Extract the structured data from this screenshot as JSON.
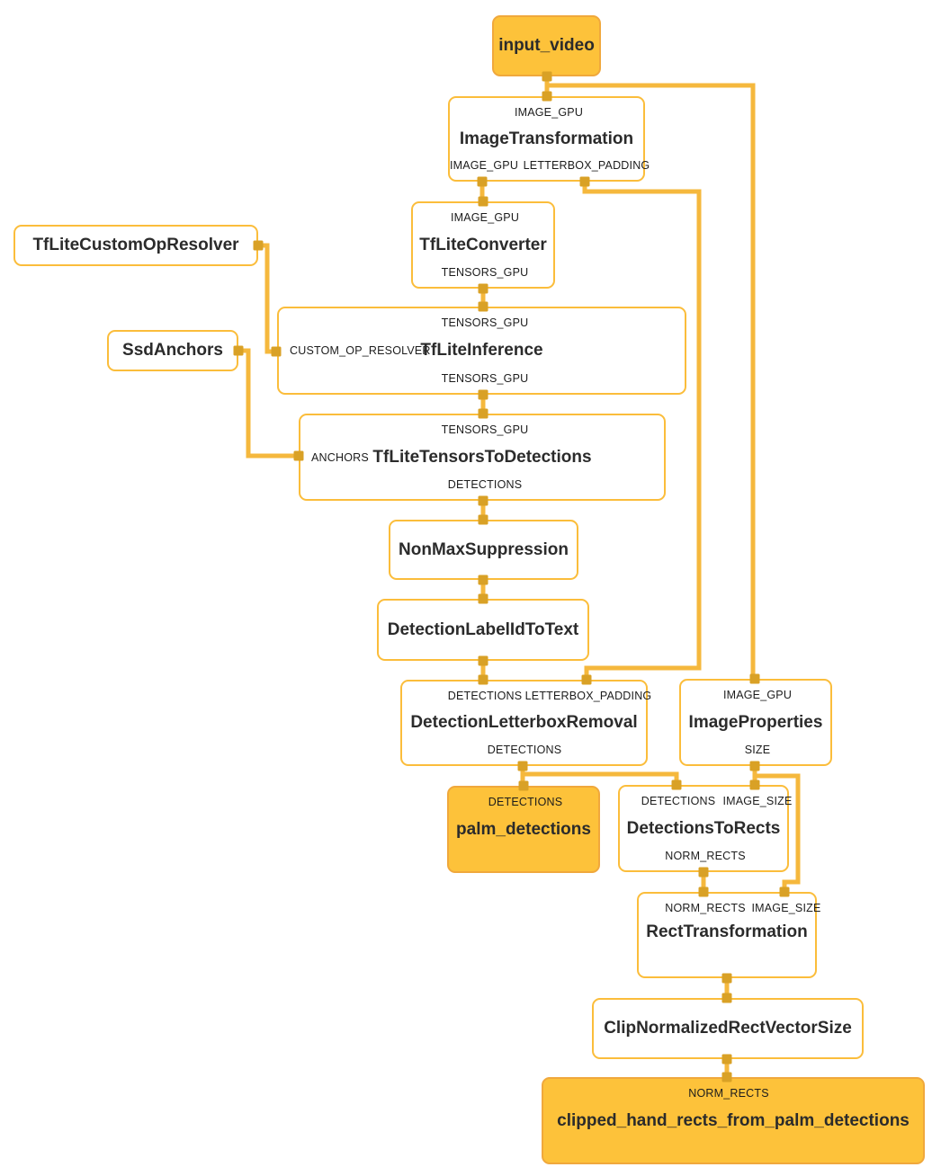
{
  "colors": {
    "edge": "#F5B83D",
    "port": "#D9A126",
    "node_border": "#FBBD3B",
    "stream_fill": "#FDC23A",
    "stream_border": "#F0A83C",
    "text": "#2b2b2b"
  },
  "nodes": [
    {
      "id": "input_video",
      "kind": "stream",
      "title": "input_video"
    },
    {
      "id": "ImageTransformation",
      "kind": "calculator",
      "title": "ImageTransformation",
      "top_labels": [
        "IMAGE_GPU"
      ],
      "bottom_labels": [
        "IMAGE_GPU",
        "LETTERBOX_PADDING"
      ]
    },
    {
      "id": "TfLiteConverter",
      "kind": "calculator",
      "title": "TfLiteConverter",
      "top_labels": [
        "IMAGE_GPU"
      ],
      "bottom_labels": [
        "TENSORS_GPU"
      ]
    },
    {
      "id": "TfLiteCustomOpResolver",
      "kind": "calculator",
      "title": "TfLiteCustomOpResolver"
    },
    {
      "id": "SsdAnchors",
      "kind": "calculator",
      "title": "SsdAnchors"
    },
    {
      "id": "TfLiteInference",
      "kind": "calculator",
      "title": "TfLiteInference",
      "top_labels": [
        "TENSORS_GPU"
      ],
      "side_label": "CUSTOM_OP_RESOLVER",
      "bottom_labels": [
        "TENSORS_GPU"
      ]
    },
    {
      "id": "TfLiteTensorsToDetections",
      "kind": "calculator",
      "title": "TfLiteTensorsToDetections",
      "top_labels": [
        "TENSORS_GPU"
      ],
      "side_label": "ANCHORS",
      "bottom_labels": [
        "DETECTIONS"
      ]
    },
    {
      "id": "NonMaxSuppression",
      "kind": "calculator",
      "title": "NonMaxSuppression"
    },
    {
      "id": "DetectionLabelIdToText",
      "kind": "calculator",
      "title": "DetectionLabelIdToText"
    },
    {
      "id": "DetectionLetterboxRemoval",
      "kind": "calculator",
      "title": "DetectionLetterboxRemoval",
      "top_labels": [
        "DETECTIONS",
        "LETTERBOX_PADDING"
      ],
      "bottom_labels": [
        "DETECTIONS"
      ]
    },
    {
      "id": "ImageProperties",
      "kind": "calculator",
      "title": "ImageProperties",
      "top_labels": [
        "IMAGE_GPU"
      ],
      "bottom_labels": [
        "SIZE"
      ]
    },
    {
      "id": "palm_detections",
      "kind": "stream",
      "title": "palm_detections",
      "top_labels": [
        "DETECTIONS"
      ]
    },
    {
      "id": "DetectionsToRects",
      "kind": "calculator",
      "title": "DetectionsToRects",
      "top_labels": [
        "DETECTIONS",
        "IMAGE_SIZE"
      ],
      "bottom_labels": [
        "NORM_RECTS"
      ]
    },
    {
      "id": "RectTransformation",
      "kind": "calculator",
      "title": "RectTransformation",
      "top_labels": [
        "NORM_RECTS",
        "IMAGE_SIZE"
      ]
    },
    {
      "id": "ClipNormalizedRectVectorSize",
      "kind": "calculator",
      "title": "ClipNormalizedRectVectorSize"
    },
    {
      "id": "clipped_hand_rects_from_palm_detections",
      "kind": "stream",
      "title": "clipped_hand_rects_from_palm_detections",
      "top_labels": [
        "NORM_RECTS"
      ]
    }
  ]
}
